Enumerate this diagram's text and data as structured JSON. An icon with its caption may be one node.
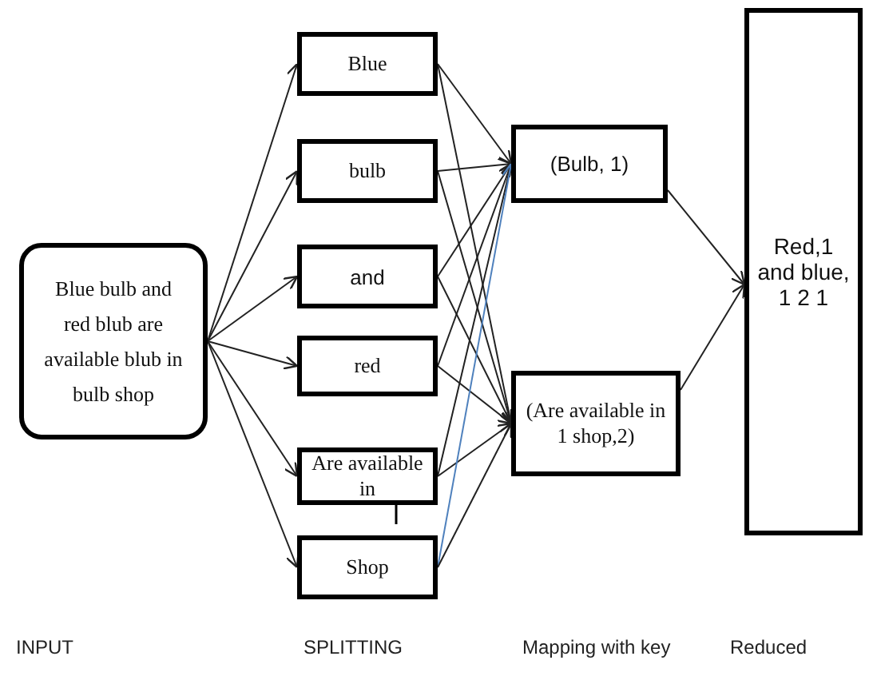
{
  "diagram": {
    "nodes": [
      {
        "text": [
          "Blue bulb and red blub are available blub in bulb shop"
        ]
      },
      {
        "text": [
          "Blue"
        ]
      },
      {
        "text": [
          "bulb"
        ]
      },
      {
        "text": [
          "and"
        ]
      },
      {
        "text": [
          "red"
        ]
      },
      {
        "text": [
          "Are available in"
        ]
      },
      {
        "text": [
          "Shop"
        ]
      },
      {
        "text": [
          "(Bulb, 1)"
        ]
      },
      {
        "text": [
          "(Are available in 1 shop,2)"
        ]
      },
      {
        "text": [
          "Red,1 and blue, 1 2 1"
        ]
      }
    ],
    "edges": [
      {
        "from": 0,
        "to": 1,
        "arrow": "to"
      },
      {
        "from": 0,
        "to": 2,
        "arrow": "to"
      },
      {
        "from": 0,
        "to": 3,
        "arrow": "to"
      },
      {
        "from": 0,
        "to": 4,
        "arrow": "to"
      },
      {
        "from": 0,
        "to": 5,
        "arrow": "to"
      },
      {
        "from": 0,
        "to": 6,
        "arrow": "to"
      },
      {
        "from": 1,
        "to": 7,
        "arrow": "to"
      },
      {
        "from": 1,
        "to": 8,
        "arrow": "to"
      },
      {
        "from": 2,
        "to": 7,
        "arrow": "to"
      },
      {
        "from": 2,
        "to": 8,
        "arrow": "to"
      },
      {
        "from": 3,
        "to": 7,
        "arrow": "to"
      },
      {
        "from": 3,
        "to": 8,
        "arrow": "to"
      },
      {
        "from": 4,
        "to": 7,
        "arrow": "to"
      },
      {
        "from": 4,
        "to": 8,
        "arrow": "to"
      },
      {
        "from": 5,
        "to": 7,
        "arrow": "to"
      },
      {
        "from": 5,
        "to": 8,
        "arrow": "to"
      },
      {
        "from": 6,
        "to": 7,
        "arrow": "to",
        "color": "#4f81bd"
      },
      {
        "from": 6,
        "to": 8,
        "arrow": "to"
      },
      {
        "from": 7,
        "to": 9,
        "arrow": "to"
      },
      {
        "from": 8,
        "to": 9,
        "arrow": "to"
      }
    ],
    "labels": [
      "INPUT",
      "SPLITTING",
      "Mapping with key",
      "Reduced"
    ]
  }
}
